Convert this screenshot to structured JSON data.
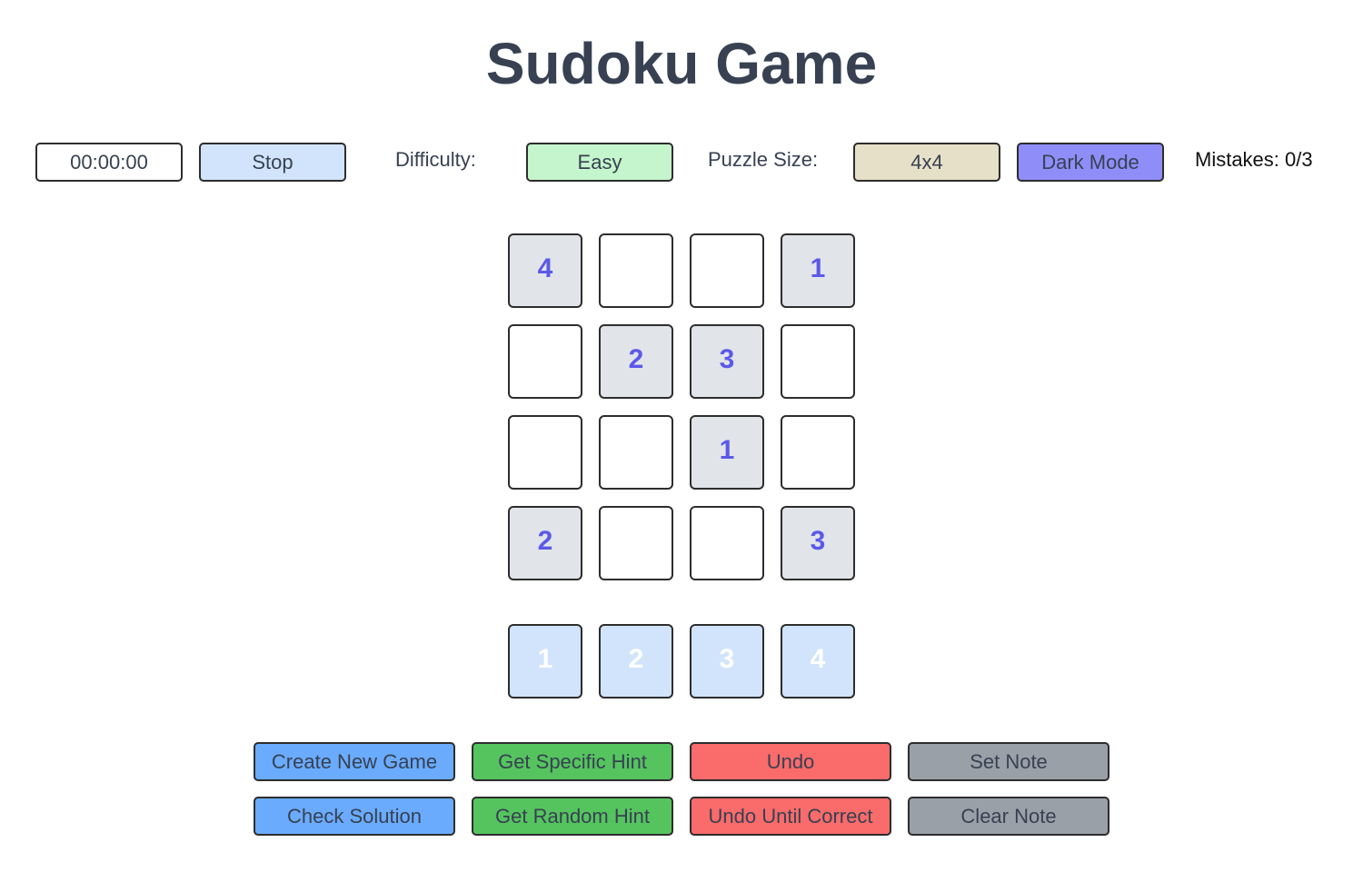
{
  "page": {
    "title": "Sudoku Game"
  },
  "toolbar": {
    "timer": "00:00:00",
    "stop_label": "Stop",
    "difficulty_label": "Difficulty:",
    "difficulty_value": "Easy",
    "size_label": "Puzzle Size:",
    "size_value": "4x4",
    "dark_mode_label": "Dark Mode",
    "mistakes": "Mistakes: 0/3"
  },
  "board": {
    "rows": [
      [
        "4",
        "",
        "",
        "1"
      ],
      [
        "",
        "2",
        "3",
        ""
      ],
      [
        "",
        "",
        "1",
        ""
      ],
      [
        "2",
        "",
        "",
        "3"
      ]
    ]
  },
  "numpad": [
    "1",
    "2",
    "3",
    "4"
  ],
  "actions": {
    "create_new_game": "Create New Game",
    "get_specific_hint": "Get Specific Hint",
    "undo": "Undo",
    "set_note": "Set Note",
    "check_solution": "Check Solution",
    "get_random_hint": "Get Random Hint",
    "undo_until_correct": "Undo Until Correct",
    "clear_note": "Clear Note"
  },
  "colors": {
    "given_digit": "#5b59e8",
    "given_cell_bg": "#e1e4e9",
    "numpad_bg": "#d1e4fb",
    "blue_button": "#6aabfd",
    "green_button": "#55c45f",
    "red_button": "#fa6b6b",
    "gray_button": "#9aa0a8",
    "dark_mode_button": "#8f8ef9",
    "difficulty_button": "#c5f5cc",
    "size_button": "#e7e0c8"
  }
}
